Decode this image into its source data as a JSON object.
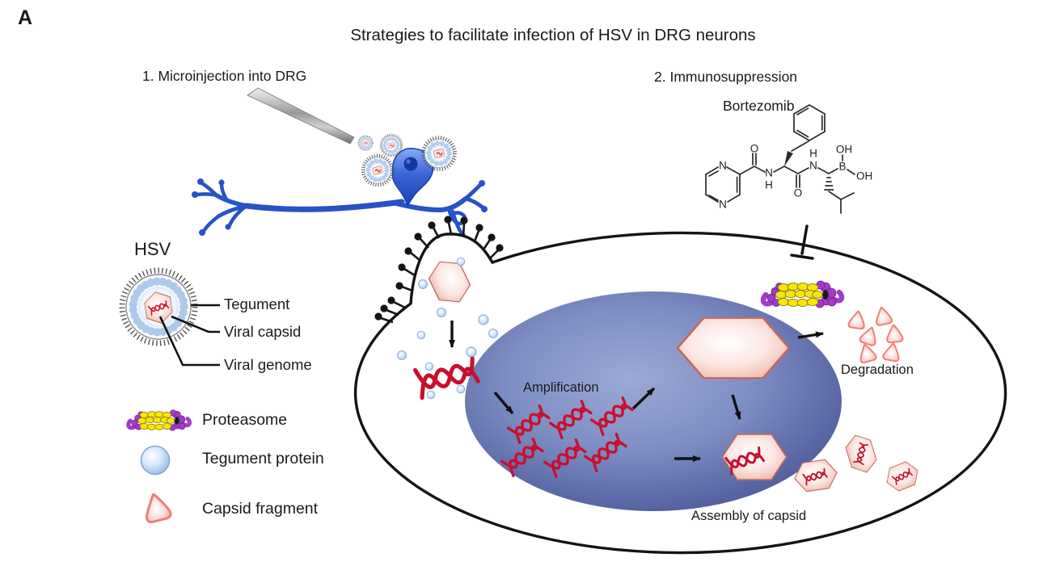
{
  "panel_label": "A",
  "title": "Strategies to facilitate infection of HSV in DRG neurons",
  "strategies": {
    "microinjection": "1. Microinjection into DRG",
    "immunosuppression": "2. Immunosuppression",
    "drug_name": "Bortezomib"
  },
  "hsv_diagram": {
    "virus_name": "HSV",
    "labels": {
      "tegument": "Tegument",
      "viral_capsid": "Viral capsid",
      "viral_genome": "Viral genome"
    }
  },
  "legend": {
    "proteasome": {
      "icon": "proteasome-icon",
      "label": "Proteasome"
    },
    "tegument_protein": {
      "icon": "tegument-protein-icon",
      "label": "Tegument protein"
    },
    "capsid_fragment": {
      "icon": "capsid-fragment-icon",
      "label": "Capsid fragment"
    }
  },
  "cell": {
    "amplification_label": "Amplification",
    "degradation_label": "Degradation",
    "assembly_label": "Assembly of capsid"
  },
  "chemistry": {
    "atom_labels": {
      "ring_n_top": "N",
      "ring_n_bottom": "N",
      "carbonyl1_o": "O",
      "amide1_n": "N",
      "amide1_h": "H",
      "carbonyl2_o": "O",
      "amide2_h": "H",
      "amide2_n": "N",
      "boron": "B",
      "hydroxyl_top": "OH",
      "hydroxyl_right": "OH"
    }
  },
  "colors": {
    "membrane_stroke": "#141414",
    "nucleus_fill": "#5f6ca8",
    "neuron_blue": "#2e5bd0",
    "capsid_border": "#c06a5c",
    "capsid_fill": "#f7ddd7",
    "dna_red": "#c8102e",
    "proteasome_yellow": "#f7e60a",
    "proteasome_purple": "#a23bc8",
    "tegument_blue": "#aecdf0",
    "fragment_pink": "#f5a89e",
    "text_color": "#1a1a1a"
  }
}
